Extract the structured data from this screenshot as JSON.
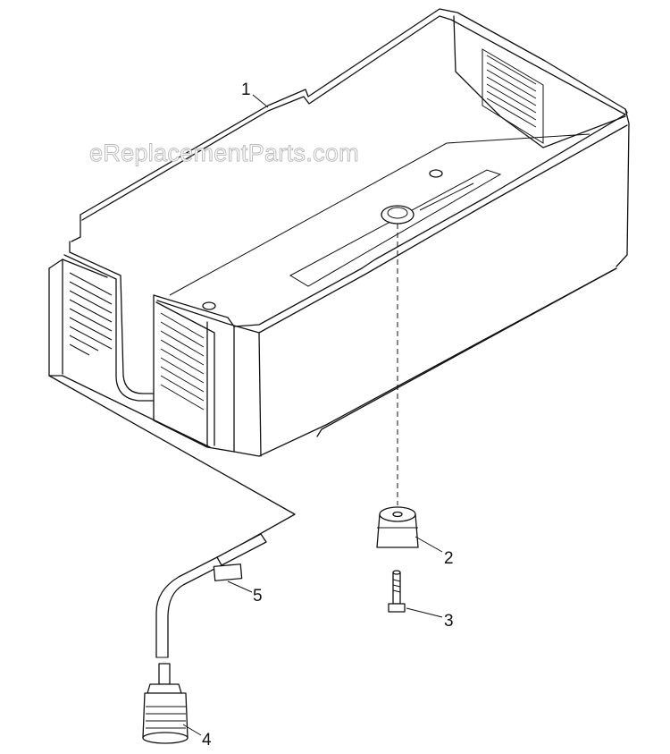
{
  "watermark": "eReplacementParts.com",
  "callouts": [
    {
      "id": "1",
      "text": "1"
    },
    {
      "id": "2",
      "text": "2"
    },
    {
      "id": "3",
      "text": "3"
    },
    {
      "id": "4",
      "text": "4"
    },
    {
      "id": "5",
      "text": "5"
    }
  ]
}
